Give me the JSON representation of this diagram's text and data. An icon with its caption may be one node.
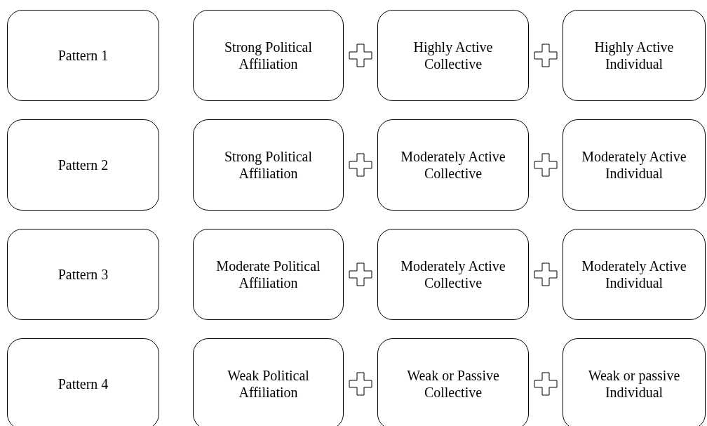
{
  "diagram": {
    "nodes": [
      {
        "text": [
          "Pattern 1"
        ]
      },
      {
        "text": [
          "Strong Political Affiliation"
        ]
      },
      {
        "text": [
          "Highly Active Collective"
        ]
      },
      {
        "text": [
          "Highly Active Individual"
        ]
      },
      {
        "text": [
          "Pattern 2"
        ]
      },
      {
        "text": [
          "Strong Political Affiliation"
        ]
      },
      {
        "text": [
          "Moderately Active Collective"
        ]
      },
      {
        "text": [
          "Moderately Active Individual"
        ]
      },
      {
        "text": [
          "Pattern 3"
        ]
      },
      {
        "text": [
          "Moderate Political Affiliation"
        ]
      },
      {
        "text": [
          "Moderately Active Collective"
        ]
      },
      {
        "text": [
          "Moderately Active Individual"
        ]
      },
      {
        "text": [
          "Pattern 4"
        ]
      },
      {
        "text": [
          "Weak Political Affiliation"
        ]
      },
      {
        "text": [
          "Weak or Passive Collective"
        ]
      },
      {
        "text": [
          "Weak or passive Individual"
        ]
      }
    ]
  }
}
